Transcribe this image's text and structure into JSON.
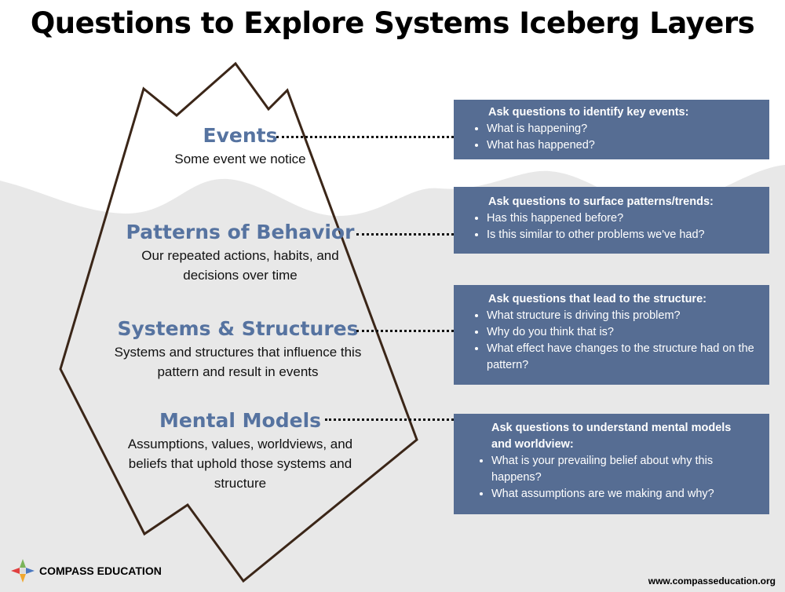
{
  "title": "Questions to Explore Systems Iceberg Layers",
  "layers": [
    {
      "name": "Events",
      "desc": "Some event we notice"
    },
    {
      "name": "Patterns of Behavior",
      "desc": "Our repeated actions, habits, and decisions over time"
    },
    {
      "name": "Systems & Structures",
      "desc": "Systems and structures that influence this pattern and result in events"
    },
    {
      "name": "Mental Models",
      "desc": "Assumptions, values, worldviews, and beliefs that uphold those systems and structure"
    }
  ],
  "boxes": [
    {
      "heading": "Ask questions to identify key events:",
      "items": [
        "What is happening?",
        "What has happened?"
      ]
    },
    {
      "heading": "Ask questions to surface patterns/trends:",
      "items": [
        "Has this happened before?",
        "Is this similar to other problems we've had?"
      ]
    },
    {
      "heading": "Ask questions that lead to the structure:",
      "items": [
        "What structure is driving this problem?",
        "Why do you think that is?",
        "What effect have changes to the structure had on the pattern?"
      ]
    },
    {
      "heading": "Ask questions to understand mental models and worldview:",
      "items": [
        "What is your prevailing belief about why this happens?",
        "What assumptions are we making and why?"
      ]
    }
  ],
  "footer": {
    "logo": "COMPASS EDUCATION",
    "url": "www.compasseducation.org"
  },
  "colors": {
    "box": "#566d93",
    "heading": "#5673a0",
    "water": "#e8e8e8",
    "outline": "#3b2618"
  }
}
